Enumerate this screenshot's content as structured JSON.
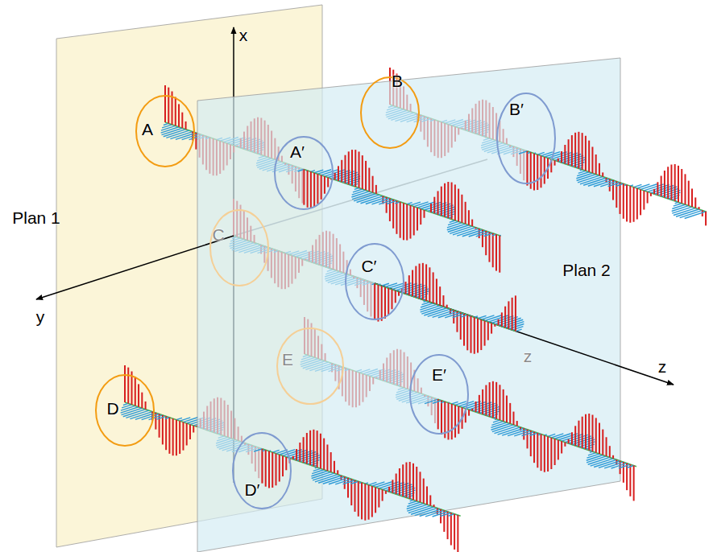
{
  "diagram": {
    "nodes": [
      {
        "text": [
          "A"
        ]
      },
      {
        "text": [
          "B"
        ]
      },
      {
        "text": [
          "A′"
        ]
      },
      {
        "text": [
          "B′"
        ]
      },
      {
        "text": [
          "C"
        ]
      },
      {
        "text": [
          "C′"
        ]
      },
      {
        "text": [
          "D"
        ]
      },
      {
        "text": [
          "E"
        ]
      },
      {
        "text": [
          "D′"
        ]
      },
      {
        "text": [
          "E′"
        ]
      }
    ],
    "labels": [
      "Plan 1",
      "Plan 2",
      "x",
      "y",
      "z",
      "z"
    ]
  }
}
